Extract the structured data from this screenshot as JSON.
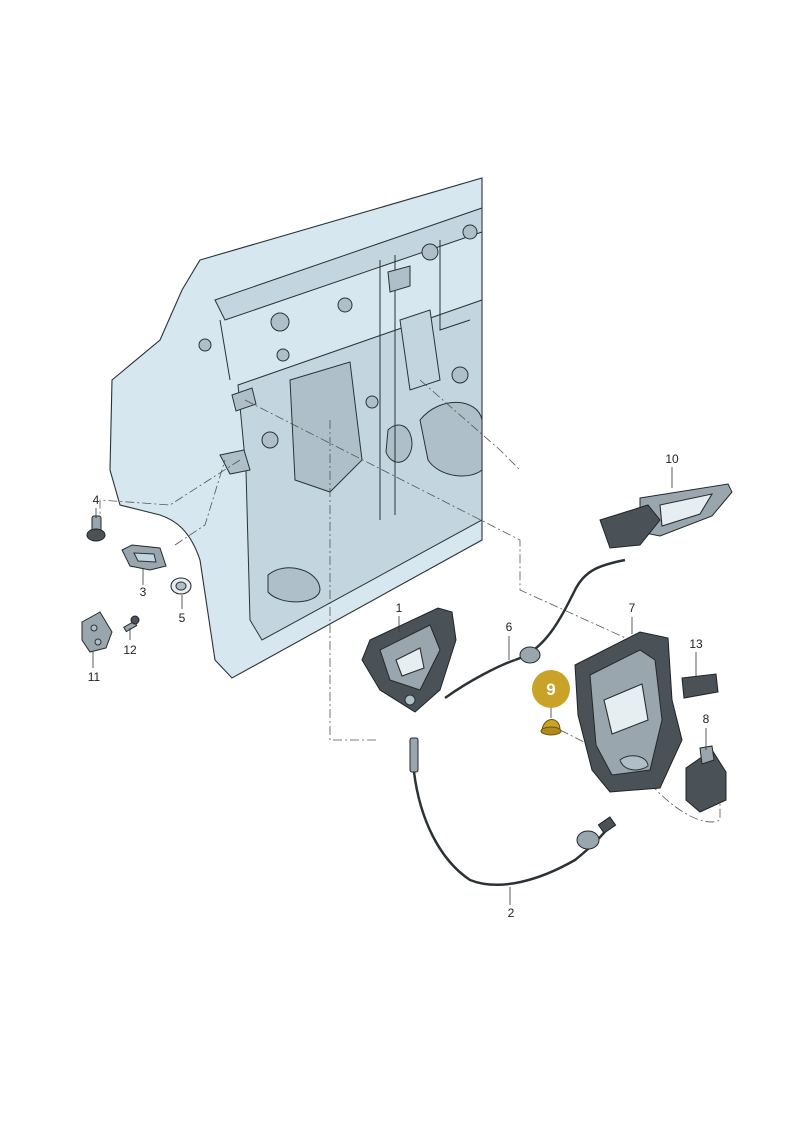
{
  "callouts": [
    {
      "id": "1",
      "label": "1"
    },
    {
      "id": "2",
      "label": "2"
    },
    {
      "id": "3",
      "label": "3"
    },
    {
      "id": "4",
      "label": "4"
    },
    {
      "id": "5",
      "label": "5"
    },
    {
      "id": "6",
      "label": "6"
    },
    {
      "id": "7",
      "label": "7"
    },
    {
      "id": "8",
      "label": "8"
    },
    {
      "id": "9",
      "label": "9"
    },
    {
      "id": "10",
      "label": "10"
    },
    {
      "id": "11",
      "label": "11"
    },
    {
      "id": "12",
      "label": "12"
    },
    {
      "id": "13",
      "label": "13"
    }
  ],
  "highlight": {
    "label": "9",
    "color": "#c9a227"
  },
  "colors": {
    "door_fill": "#d7e7ef",
    "line": "#2b3236",
    "highlight": "#c9a227"
  }
}
